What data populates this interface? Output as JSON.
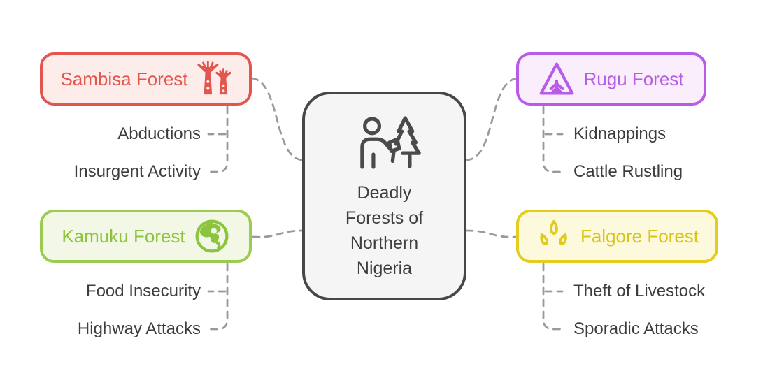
{
  "center": {
    "title": "Deadly\nForests of\nNorthern\nNigeria",
    "icon": "lumberjack-tree-icon",
    "border_color": "#474747",
    "background": "#f5f5f5",
    "text_color": "#3f3f3f"
  },
  "nodes": {
    "sambisa": {
      "label": "Sambisa Forest",
      "icon": "supertrees-icon",
      "color": "#e2564d",
      "background": "#fcecea",
      "items": [
        "Abductions",
        "Insurgent Activity"
      ]
    },
    "rugu": {
      "label": "Rugu Forest",
      "icon": "forest-warning-sign-icon",
      "color": "#b85ce8",
      "background": "#faeefd",
      "items": [
        "Kidnappings",
        "Cattle Rustling"
      ]
    },
    "kamuku": {
      "label": "Kamuku Forest",
      "icon": "globe-icon",
      "color": "#8cc43e",
      "background": "#f3f8e6",
      "items": [
        "Food Insecurity",
        "Highway Attacks"
      ]
    },
    "falgore": {
      "label": "Falgore Forest",
      "icon": "animal-tracks-icon",
      "color": "#d9c518",
      "background": "#fcf9dd",
      "items": [
        "Theft of Livestock",
        "Sporadic Attacks"
      ]
    }
  },
  "connectors": {
    "color": "#9a9a9a",
    "style": "dashed"
  },
  "item_text_color": "#3d3d3d"
}
